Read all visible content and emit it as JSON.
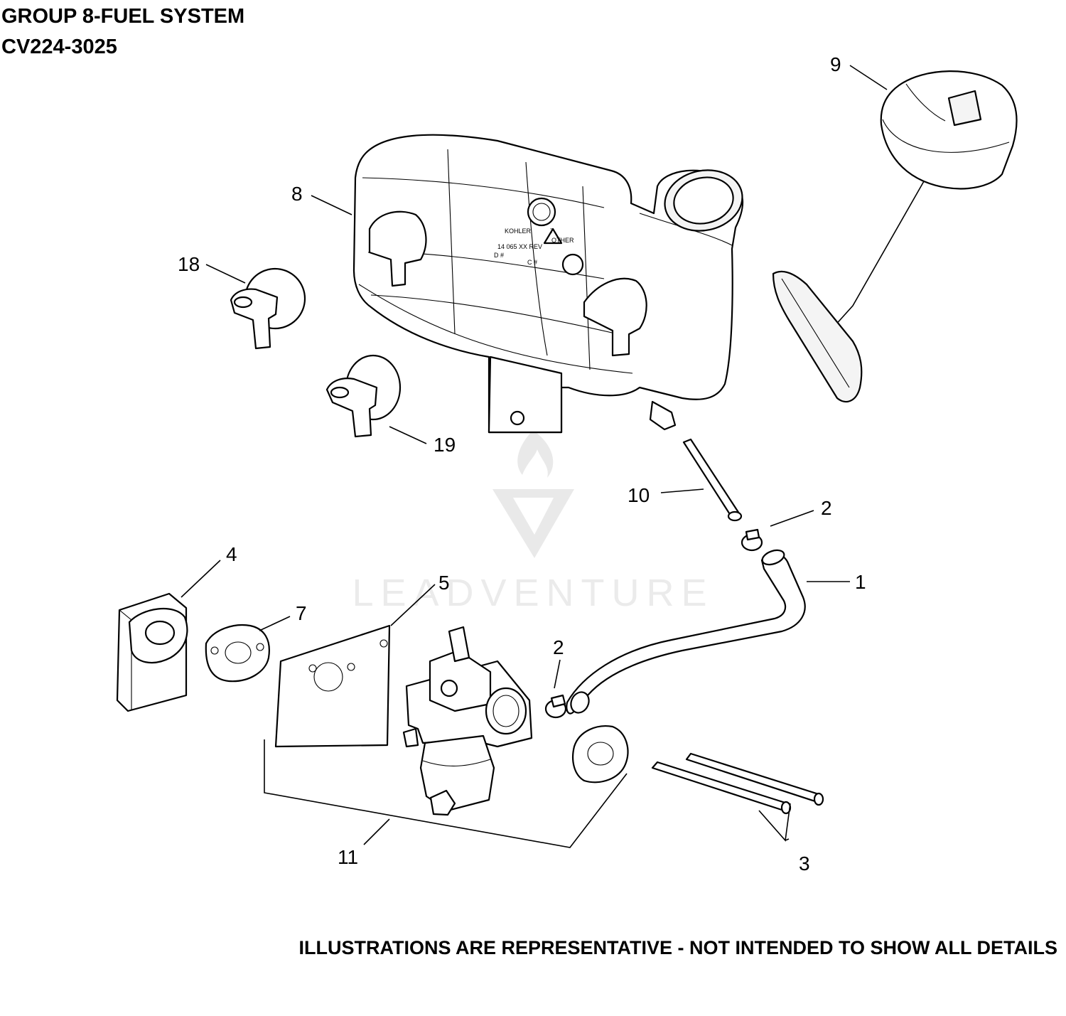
{
  "title": {
    "line1": "GROUP 8-FUEL SYSTEM",
    "line2": "CV224-3025"
  },
  "footer": "ILLUSTRATIONS ARE REPRESENTATIVE - NOT INTENDED TO SHOW ALL DETAILS",
  "watermark": "LEADVENTURE",
  "tank_markings": {
    "brand": "KOHLER",
    "part_number": "14 065 XX REV",
    "d_mark": "D #",
    "c_mark": "C #",
    "recycle_code": "7",
    "recycle_label": "OTHER"
  },
  "callouts": {
    "c1": "1",
    "c2a": "2",
    "c2b": "2",
    "c3": "3",
    "c4": "4",
    "c5": "5",
    "c7": "7",
    "c8": "8",
    "c9": "9",
    "c10": "10",
    "c11": "11",
    "c18": "18",
    "c19": "19"
  }
}
